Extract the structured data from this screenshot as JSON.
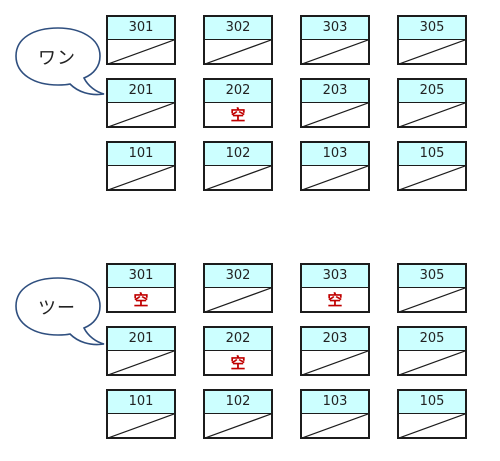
{
  "groups": [
    {
      "label": "ワン",
      "rows": [
        [
          {
            "room": "301",
            "status": ""
          },
          {
            "room": "302",
            "status": ""
          },
          {
            "room": "303",
            "status": ""
          },
          {
            "room": "305",
            "status": ""
          }
        ],
        [
          {
            "room": "201",
            "status": ""
          },
          {
            "room": "202",
            "status": "空"
          },
          {
            "room": "203",
            "status": ""
          },
          {
            "room": "205",
            "status": ""
          }
        ],
        [
          {
            "room": "101",
            "status": ""
          },
          {
            "room": "102",
            "status": ""
          },
          {
            "room": "103",
            "status": ""
          },
          {
            "room": "105",
            "status": ""
          }
        ]
      ]
    },
    {
      "label": "ツー",
      "rows": [
        [
          {
            "room": "301",
            "status": "空"
          },
          {
            "room": "302",
            "status": ""
          },
          {
            "room": "303",
            "status": "空"
          },
          {
            "room": "305",
            "status": ""
          }
        ],
        [
          {
            "room": "201",
            "status": ""
          },
          {
            "room": "202",
            "status": "空"
          },
          {
            "room": "203",
            "status": ""
          },
          {
            "room": "205",
            "status": ""
          }
        ],
        [
          {
            "room": "101",
            "status": ""
          },
          {
            "room": "102",
            "status": ""
          },
          {
            "room": "103",
            "status": ""
          },
          {
            "room": "105",
            "status": ""
          }
        ]
      ]
    }
  ],
  "colors": {
    "header_fill": "#ccffff",
    "border": "#1c1c1c",
    "vacant_text": "#c00000",
    "bubble_stroke": "#2f4f7f"
  }
}
